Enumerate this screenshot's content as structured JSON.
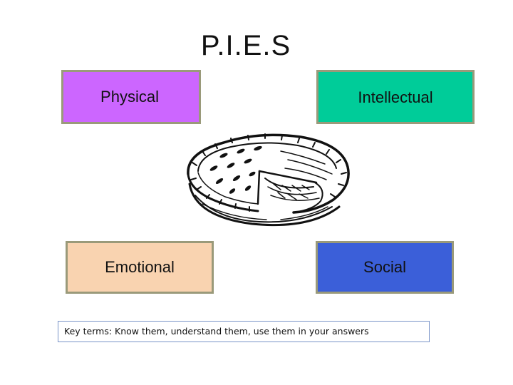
{
  "title": "P.I.E.S",
  "boxes": {
    "physical": {
      "label": "Physical",
      "color": "#cc66ff"
    },
    "intellectual": {
      "label": "Intellectual",
      "color": "#00cc99"
    },
    "emotional": {
      "label": "Emotional",
      "color": "#f9d3b0"
    },
    "social": {
      "label": "Social",
      "color": "#3b5fd9"
    }
  },
  "center_image": {
    "icon": "pie-icon"
  },
  "key_terms": "Key terms: Know them, understand them, use them in your answers"
}
